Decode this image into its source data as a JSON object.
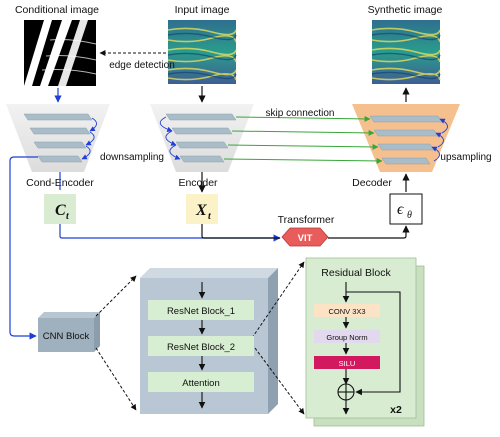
{
  "images": {
    "conditional": "Conditional image",
    "input": "Input image",
    "synthetic": "Synthetic image"
  },
  "labels": {
    "edge_detection": "edge detection",
    "skip_connection": "skip connection",
    "downsampling": "downsampling",
    "upsampling": "upsampling",
    "cond_encoder": "Cond-Encoder",
    "encoder": "Encoder",
    "decoder": "Decoder",
    "transformer": "Transformer",
    "vit": "VIT",
    "cnn_block": "CNN Block"
  },
  "symbols": {
    "ct_base": "C",
    "ct_sub": "t",
    "xt_base": "X",
    "xt_sub": "t",
    "eps_base": "ϵ",
    "eps_sub": "θ"
  },
  "cnn_detail": {
    "blocks": [
      "ResNet Block_1",
      "ResNet Block_2",
      "Attention"
    ]
  },
  "residual": {
    "title": "Residual Block",
    "layers": [
      "CONV 3X3",
      "Group Norm",
      "SILU"
    ],
    "repeat": "x2"
  },
  "colors": {
    "blue_arrow": "#1f3fd6",
    "green_arrow": "#3aa53a",
    "decoder_fill": "#f6c08e",
    "ct_fill": "#d9ecd2",
    "xt_fill": "#fbf2c8",
    "vit_fill": "#e85c5c",
    "cnn_fill": "#9fb0bf",
    "detail_fill": "#b9c6d3",
    "block_fill": "#d7eed2",
    "residual_fill": "#d8ecd2",
    "conv_fill": "#fde3c5",
    "gn_fill": "#e2d9ee",
    "silu_fill": "#d2195f"
  }
}
